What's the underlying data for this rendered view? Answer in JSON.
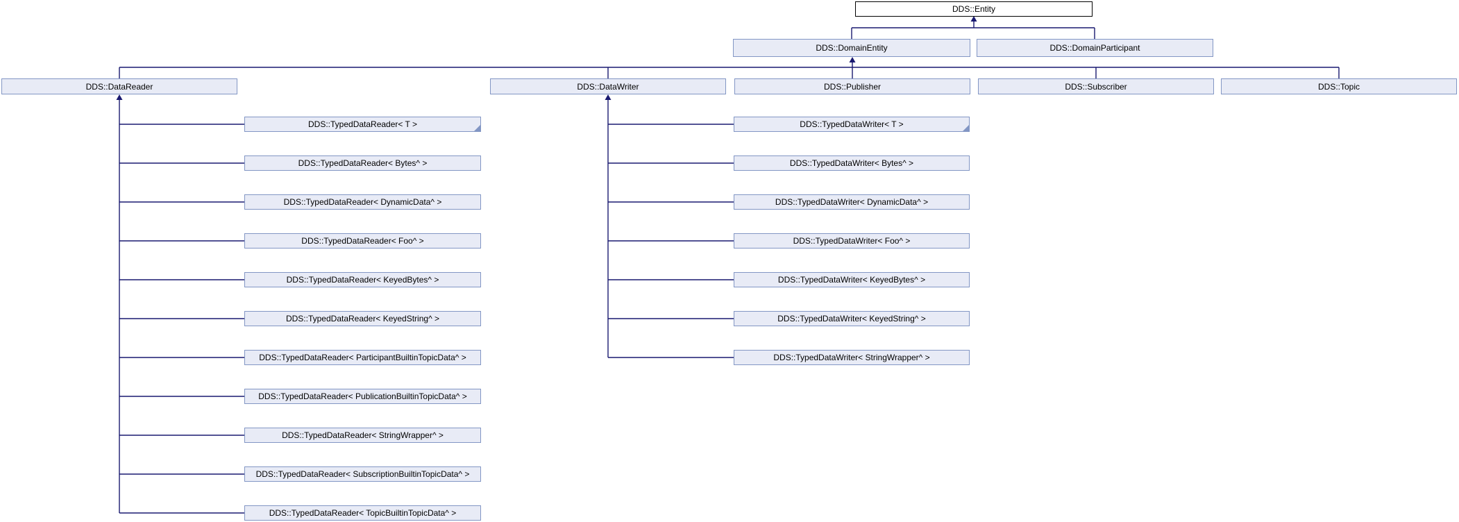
{
  "nodes": {
    "entity": "DDS::Entity",
    "domain_entity": "DDS::DomainEntity",
    "domain_participant": "DDS::DomainParticipant",
    "data_reader": "DDS::DataReader",
    "data_writer": "DDS::DataWriter",
    "publisher": "DDS::Publisher",
    "subscriber": "DDS::Subscriber",
    "topic": "DDS::Topic",
    "reader_list": [
      "DDS::TypedDataReader< T >",
      "DDS::TypedDataReader< Bytes^ >",
      "DDS::TypedDataReader< DynamicData^ >",
      "DDS::TypedDataReader< Foo^ >",
      "DDS::TypedDataReader< KeyedBytes^ >",
      "DDS::TypedDataReader< KeyedString^ >",
      "DDS::TypedDataReader< ParticipantBuiltinTopicData^ >",
      "DDS::TypedDataReader< PublicationBuiltinTopicData^ >",
      "DDS::TypedDataReader< StringWrapper^ >",
      "DDS::TypedDataReader< SubscriptionBuiltinTopicData^ >",
      "DDS::TypedDataReader< TopicBuiltinTopicData^ >"
    ],
    "writer_list": [
      "DDS::TypedDataWriter< T >",
      "DDS::TypedDataWriter< Bytes^ >",
      "DDS::TypedDataWriter< DynamicData^ >",
      "DDS::TypedDataWriter< Foo^ >",
      "DDS::TypedDataWriter< KeyedBytes^ >",
      "DDS::TypedDataWriter< KeyedString^ >",
      "DDS::TypedDataWriter< StringWrapper^ >"
    ]
  },
  "colors": {
    "edge": "#191970",
    "node_fill": "#E8EBF6",
    "node_border": "#8296C4",
    "root_fill": "#FFFFFF",
    "root_border": "#000000"
  }
}
